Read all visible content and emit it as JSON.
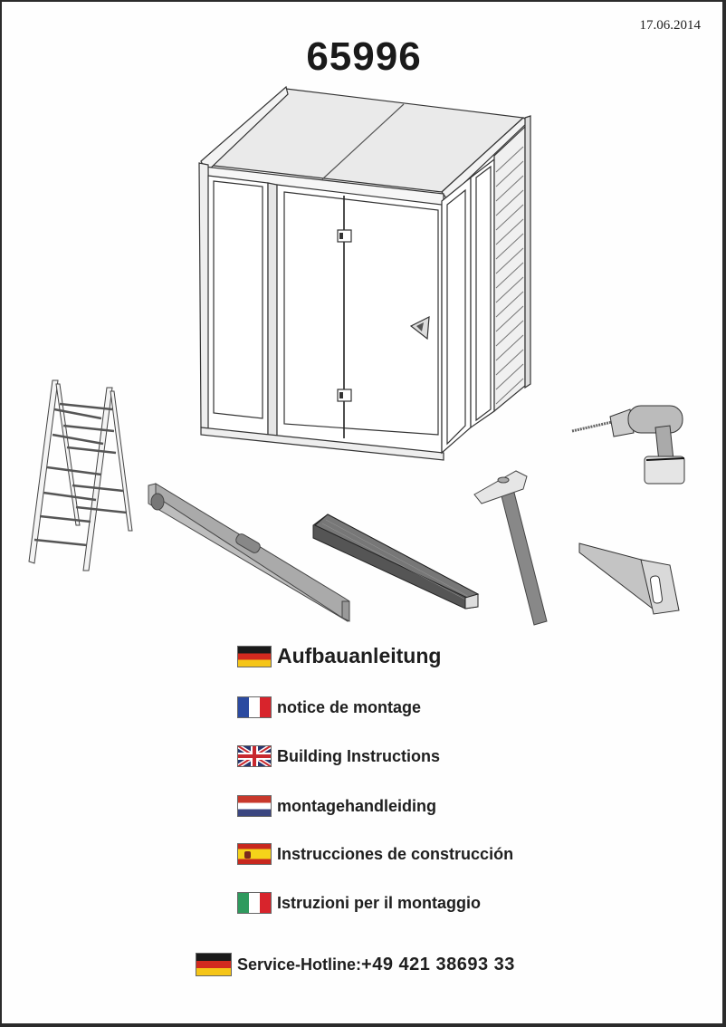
{
  "header": {
    "date": "17.06.2014",
    "model_number": "65996"
  },
  "illustration": {
    "main_item": "shower-cabin",
    "tools": [
      "ladder",
      "spirit-level",
      "folding-rule",
      "hammer",
      "cordless-drill",
      "hand-saw"
    ]
  },
  "languages": [
    {
      "flag": "de",
      "label": "Aufbauanleitung"
    },
    {
      "flag": "fr",
      "label": "notice de montage"
    },
    {
      "flag": "uk",
      "label": "Building Instructions"
    },
    {
      "flag": "nl",
      "label": "montagehandleiding"
    },
    {
      "flag": "es",
      "label": "Instrucciones de construcción"
    },
    {
      "flag": "it",
      "label": "Istruzioni per il montaggio"
    }
  ],
  "hotline": {
    "flag": "de",
    "label": "Service-Hotline:",
    "number": "+49 421 38693 33"
  },
  "colors": {
    "frame": "#2b2b2b",
    "page": "#fefefe",
    "text": "#1e1e1e"
  }
}
